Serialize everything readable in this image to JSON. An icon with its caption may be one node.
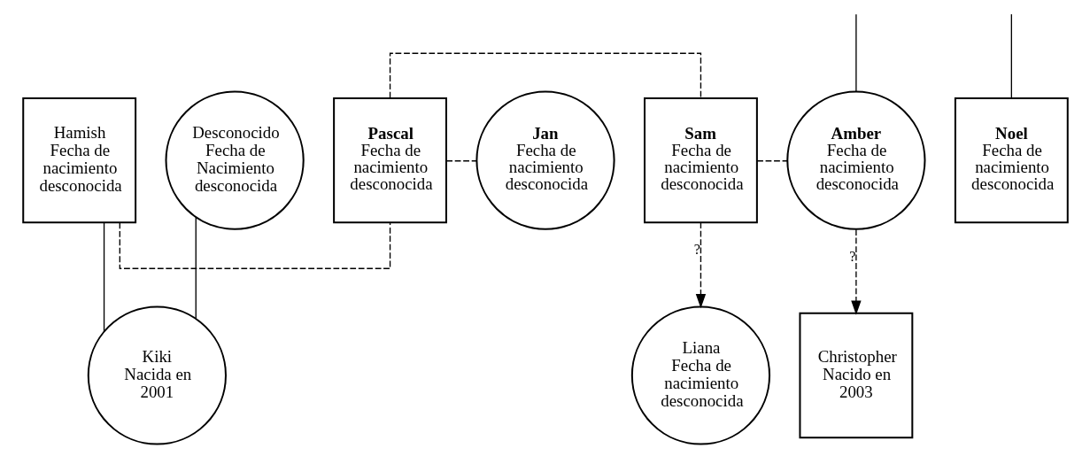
{
  "diagram": {
    "nodes": [
      {
        "text": [
          "Hamish",
          "Fecha de nacimiento desconocida"
        ]
      },
      {
        "text": [
          "Desconocido",
          "Fecha de Nacimiento desconocida"
        ]
      },
      {
        "text": [
          "Pascal",
          "Fecha de nacimiento desconocida"
        ]
      },
      {
        "text": [
          "Jan",
          "Fecha de nacimiento desconocida"
        ]
      },
      {
        "text": [
          "Sam",
          "Fecha de nacimiento desconocida"
        ]
      },
      {
        "text": [
          "Amber",
          "Fecha de nacimiento desconocida"
        ]
      },
      {
        "text": [
          "Noel",
          "Fecha de nacimiento desconocida"
        ]
      },
      {
        "text": [
          "Kiki",
          "Nacida en 2001"
        ]
      },
      {
        "text": [
          "Liana",
          "Fecha de nacimiento desconocida"
        ]
      },
      {
        "text": [
          "Christopher",
          "Nacido en 2003"
        ]
      }
    ],
    "edges": [
      {
        "from": null,
        "to": 5,
        "arrow": "none"
      },
      {
        "from": null,
        "to": 6,
        "arrow": "none"
      },
      {
        "from": 0,
        "to": 7,
        "arrow": "none"
      },
      {
        "from": 1,
        "to": 7,
        "arrow": "none"
      },
      {
        "from": 2,
        "to": 3,
        "arrow": "none",
        "style": "dashed"
      },
      {
        "from": 0,
        "to": 2,
        "arrow": "none",
        "style": "dashed"
      },
      {
        "from": 2,
        "to": 4,
        "arrow": "none",
        "style": "dashed"
      },
      {
        "from": 4,
        "to": 5,
        "arrow": "none",
        "style": "dashed"
      },
      {
        "from": 4,
        "to": 8,
        "arrow": "to",
        "style": "dashed",
        "label": "?"
      },
      {
        "from": 5,
        "to": 9,
        "arrow": "to",
        "style": "dashed",
        "label": "?"
      }
    ]
  }
}
